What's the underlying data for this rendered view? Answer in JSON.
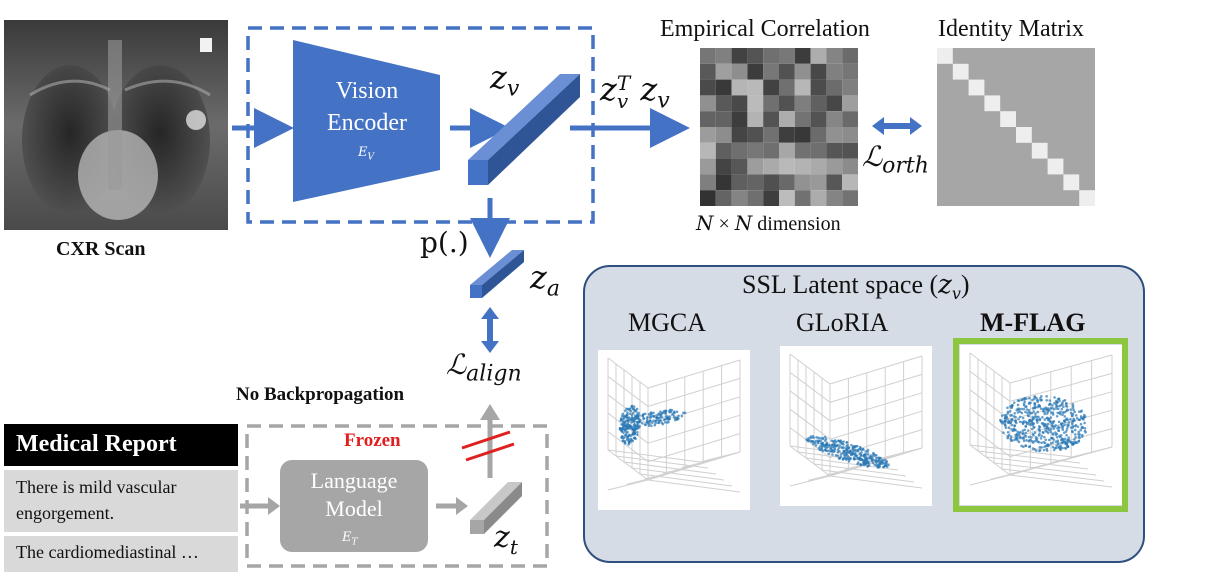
{
  "xray": {
    "caption": "CXR Scan"
  },
  "encoder": {
    "title_line1": "Vision",
    "title_line2": "Encoder",
    "symbol": "E",
    "symbol_sub": "V"
  },
  "zv": {
    "base": "z",
    "sub": "v"
  },
  "product": {
    "base1": "z",
    "sub1": "v",
    "sup1": "T",
    "base2": "z",
    "sub2": "v"
  },
  "empirical": {
    "title": "Empirical Correlation",
    "dim_var1": "N",
    "dim_times": "×",
    "dim_var2": "N",
    "dim_word": "dimension"
  },
  "identity": {
    "title": "Identity Matrix"
  },
  "orth_loss": {
    "symbol": "ℒ",
    "sub": "orth"
  },
  "projection": {
    "label": "p(.)"
  },
  "za": {
    "base": "z",
    "sub": "a"
  },
  "align_loss": {
    "symbol": "ℒ",
    "sub": "align"
  },
  "no_backprop": "No Backpropagation",
  "frozen": "Frozen",
  "language_model": {
    "line1": "Language",
    "line2": "Model",
    "symbol": "E",
    "symbol_sub": "T"
  },
  "zt": {
    "base": "z",
    "sub": "t"
  },
  "report": {
    "header": "Medical Report",
    "line1": "There is mild vascular",
    "line2": "engorgement.",
    "line3": "The cardiomediastinal …"
  },
  "ssl_panel": {
    "title_prefix": "SSL Latent space (",
    "title_var": "z",
    "title_sub": "v",
    "title_suffix": ")",
    "methods": [
      "MGCA",
      "GLoRIA",
      "M-FLAG"
    ]
  },
  "colors": {
    "accent_blue": "#4472c4",
    "dark_blue": "#2f5597",
    "gray": "#a6a6a6",
    "red": "#e02020",
    "green": "#8dc63f",
    "panel": "#d6dce5"
  }
}
